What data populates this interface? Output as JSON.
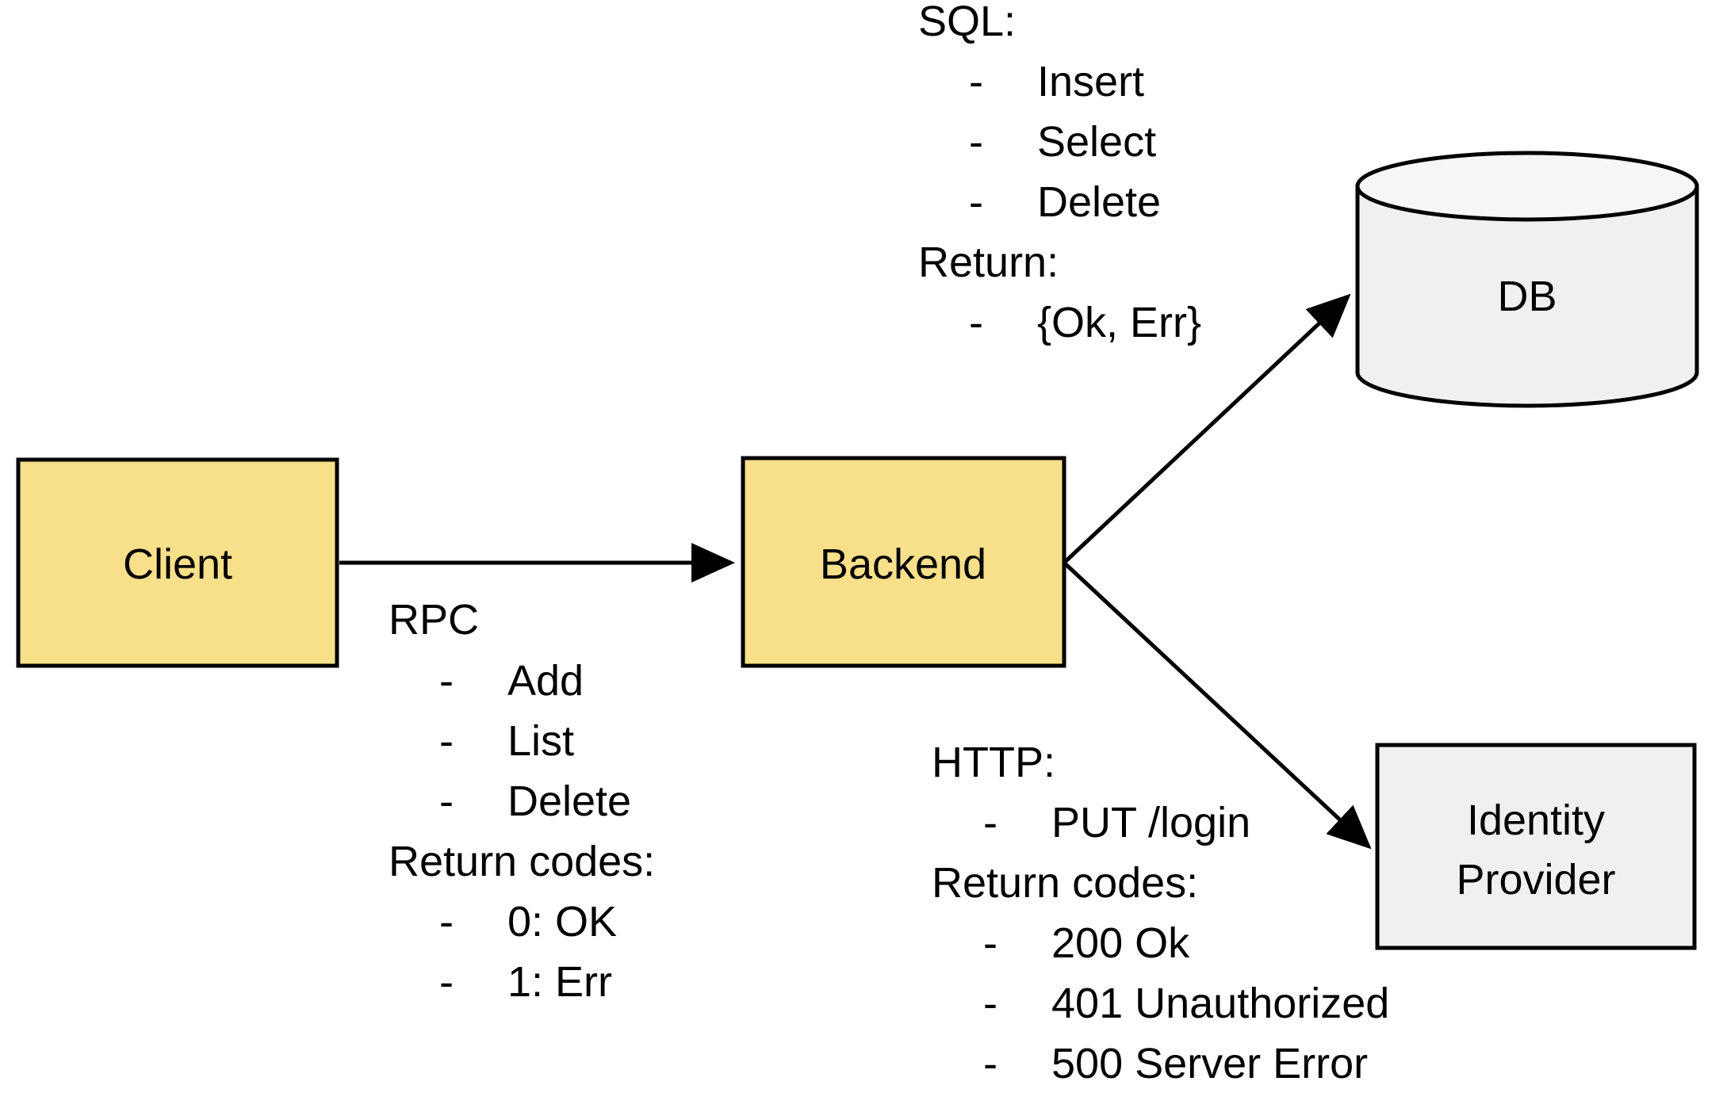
{
  "diagram": {
    "type": "system-architecture",
    "background_color": "#ffffff",
    "nodes": [
      {
        "id": "client",
        "label": "Client",
        "shape": "rectangle",
        "fill": "#f8e08a",
        "stroke": "#000000"
      },
      {
        "id": "backend",
        "label": "Backend",
        "shape": "rectangle",
        "fill": "#f8e08a",
        "stroke": "#000000"
      },
      {
        "id": "db",
        "label": "DB",
        "shape": "cylinder",
        "fill": "#f0f0f0",
        "stroke": "#000000"
      },
      {
        "id": "idp",
        "label_line1": "Identity",
        "label_line2": "Provider",
        "shape": "rectangle",
        "fill": "#f0f0f0",
        "stroke": "#000000"
      }
    ],
    "edges": [
      {
        "id": "client-to-backend",
        "from": "client",
        "to": "backend",
        "arrow": "single"
      },
      {
        "id": "backend-to-db",
        "from": "backend",
        "to": "db",
        "arrow": "single"
      },
      {
        "id": "backend-to-idp",
        "from": "backend",
        "to": "idp",
        "arrow": "single"
      }
    ]
  },
  "annotations": {
    "rpc": {
      "heading": "RPC",
      "items": [
        {
          "bullet": "-",
          "text": "Add"
        },
        {
          "bullet": "-",
          "text": "List"
        },
        {
          "bullet": "-",
          "text": "Delete"
        }
      ],
      "subheading": "Return codes:",
      "sub_items": [
        {
          "bullet": "-",
          "text": "0: OK"
        },
        {
          "bullet": "-",
          "text": "1: Err"
        }
      ]
    },
    "sql": {
      "heading": "SQL:",
      "items": [
        {
          "bullet": "-",
          "text": "Insert"
        },
        {
          "bullet": "-",
          "text": "Select"
        },
        {
          "bullet": "-",
          "text": "Delete"
        }
      ],
      "subheading": "Return:",
      "sub_items": [
        {
          "bullet": "-",
          "text": "{Ok, Err}"
        }
      ]
    },
    "http": {
      "heading": "HTTP:",
      "items": [
        {
          "bullet": "-",
          "text": "PUT /login"
        }
      ],
      "subheading": "Return codes:",
      "sub_items": [
        {
          "bullet": "-",
          "text": "200 Ok"
        },
        {
          "bullet": "-",
          "text": "401 Unauthorized"
        },
        {
          "bullet": "-",
          "text": "500 Server Error"
        }
      ]
    }
  }
}
